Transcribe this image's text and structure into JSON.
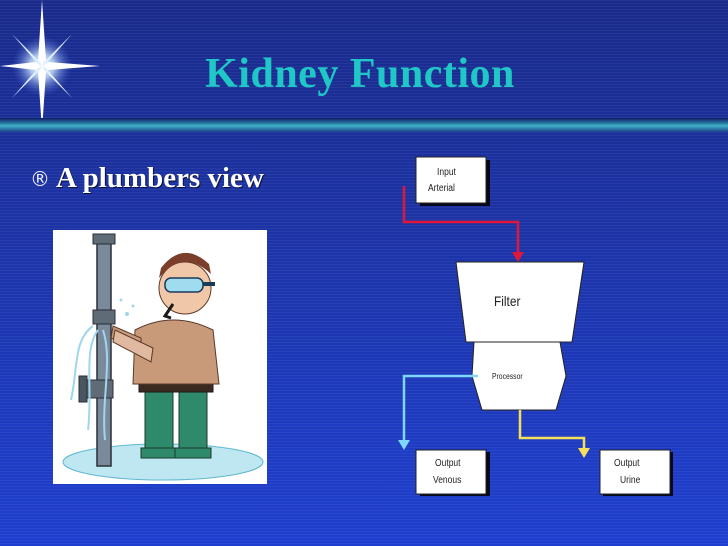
{
  "slide": {
    "title": "Kidney Function",
    "bullet": {
      "marker": "®",
      "text": "A plumbers view"
    }
  },
  "diagram": {
    "input": {
      "line1": "Input",
      "line2": "Arterial"
    },
    "filter": {
      "label": "Filter"
    },
    "processor": {
      "label": "Processor"
    },
    "output_venous": {
      "line1": "Output",
      "line2": "Venous"
    },
    "output_urine": {
      "line1": "Output",
      "line2": "Urine"
    },
    "colors": {
      "arterial_arrow": "#e0173b",
      "venous_arrow": "#7fd6ff",
      "urine_arrow": "#f5e05a",
      "box_fill": "#ffffff",
      "box_border": "#222222"
    }
  },
  "picture": {
    "subject": "plumber-with-leaking-pipe-illustration"
  }
}
